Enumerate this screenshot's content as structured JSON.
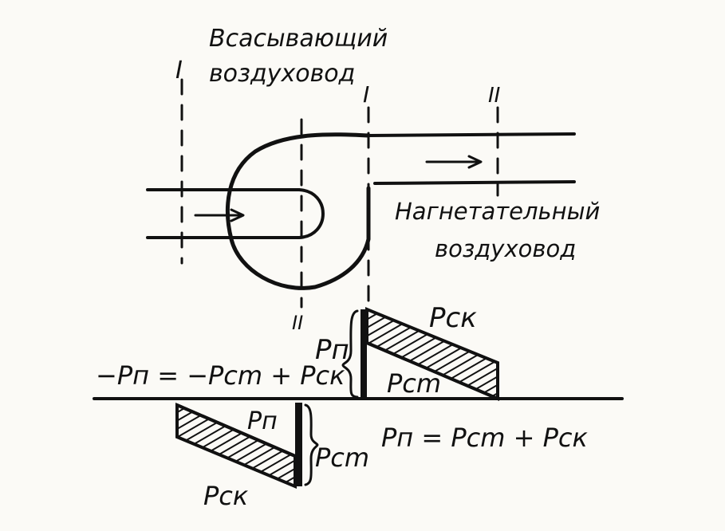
{
  "labels": {
    "suction_duct": [
      "Всасывающий",
      "воздуховод"
    ],
    "discharge_duct": [
      "Нагнетательный",
      "воздуховод"
    ],
    "section_1_left": "I",
    "section_1_right": "I",
    "section_2_right": "II",
    "section_2_bottom": "II",
    "pn_upper": "Pп",
    "pck_upper": "Pск",
    "pcm_upper": "Pcm",
    "formula_left": "−Pп = −Pcm + Pск",
    "formula_right": "Pп = Pcm + Pск",
    "pn_lower": "Pп",
    "pcm_lower": "Pcm",
    "pck_lower": "Pск"
  },
  "colors": {
    "ink": "#111111",
    "paper": "#fbfaf6"
  }
}
